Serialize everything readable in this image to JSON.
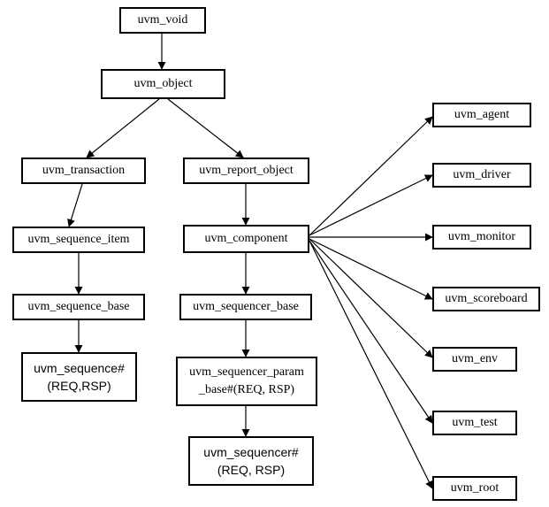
{
  "nodes": {
    "uvm_void": "uvm_void",
    "uvm_object": "uvm_object",
    "uvm_transaction": "uvm_transaction",
    "uvm_report_object": "uvm_report_object",
    "uvm_sequence_item": "uvm_sequence_item",
    "uvm_component": "uvm_component",
    "uvm_sequence_base": "uvm_sequence_base",
    "uvm_sequencer_base": "uvm_sequencer_base",
    "uvm_sequence": [
      "uvm_sequence#",
      "(REQ,RSP)"
    ],
    "uvm_sequencer_param_base": [
      "uvm_sequencer_param",
      "_base#(REQ, RSP)"
    ],
    "uvm_sequencer": [
      "uvm_sequencer#",
      "(REQ, RSP)"
    ],
    "uvm_agent": "uvm_agent",
    "uvm_driver": "uvm_driver",
    "uvm_monitor": "uvm_monitor",
    "uvm_scoreboard": "uvm_scoreboard",
    "uvm_env": "uvm_env",
    "uvm_test": "uvm_test",
    "uvm_root": "uvm_root"
  },
  "edges": [
    [
      "uvm_void",
      "uvm_object"
    ],
    [
      "uvm_object",
      "uvm_transaction"
    ],
    [
      "uvm_object",
      "uvm_report_object"
    ],
    [
      "uvm_transaction",
      "uvm_sequence_item"
    ],
    [
      "uvm_sequence_item",
      "uvm_sequence_base"
    ],
    [
      "uvm_sequence_base",
      "uvm_sequence"
    ],
    [
      "uvm_report_object",
      "uvm_component"
    ],
    [
      "uvm_component",
      "uvm_sequencer_base"
    ],
    [
      "uvm_sequencer_base",
      "uvm_sequencer_param_base"
    ],
    [
      "uvm_sequencer_param_base",
      "uvm_sequencer"
    ],
    [
      "uvm_component",
      "uvm_agent"
    ],
    [
      "uvm_component",
      "uvm_driver"
    ],
    [
      "uvm_component",
      "uvm_monitor"
    ],
    [
      "uvm_component",
      "uvm_scoreboard"
    ],
    [
      "uvm_component",
      "uvm_env"
    ],
    [
      "uvm_component",
      "uvm_test"
    ],
    [
      "uvm_component",
      "uvm_root"
    ]
  ]
}
